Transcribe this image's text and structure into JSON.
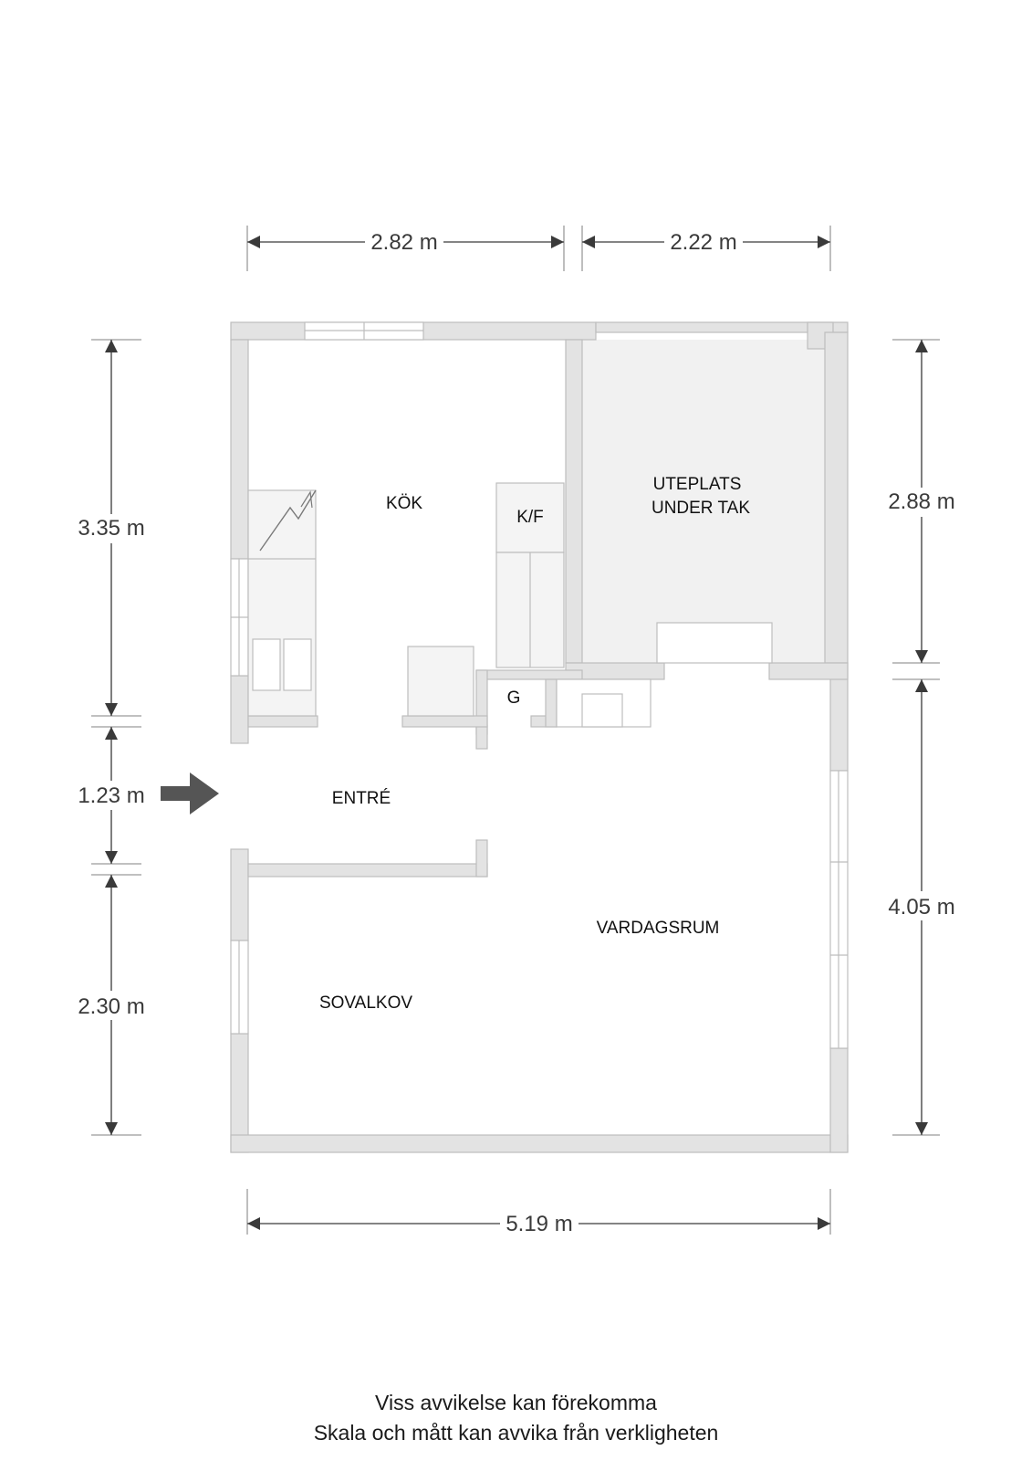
{
  "dimensions": {
    "top_left": "2.82 m",
    "top_right": "2.22 m",
    "bottom": "5.19 m",
    "left_top": "3.35 m",
    "left_middle": "1.23 m",
    "left_bottom": "2.30 m",
    "right_top": "2.88 m",
    "right_bottom": "4.05 m"
  },
  "rooms": {
    "kitchen": "KÖK",
    "fridge_freezer": "K/F",
    "covered_patio_line1": "UTEPLATS",
    "covered_patio_line2": "UNDER TAK",
    "wardrobe": "G",
    "entrance": "ENTRÉ",
    "living_room": "VARDAGSRUM",
    "bedroom_alcove": "SOVALKOV"
  },
  "disclaimer": {
    "line1": "Viss avvikelse kan förekomma",
    "line2": "Skala och mått kan avvika från verkligheten"
  },
  "colors": {
    "wall": "#e3e3e3",
    "wall_outline": "#bdbdbd",
    "patio_fill": "#f1f1f1",
    "arrow": "#555555",
    "dim_line": "#3a3a3a"
  }
}
